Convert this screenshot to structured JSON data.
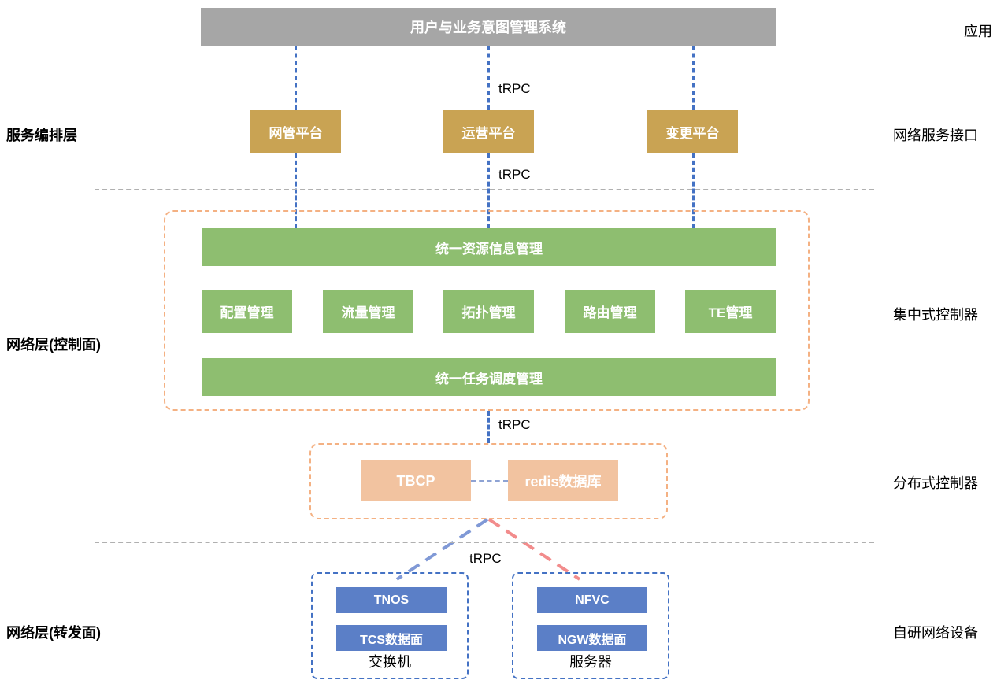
{
  "labels": {
    "app": "应用",
    "service_orchestration_layer": "服务编排层",
    "network_service_interface": "网络服务接口",
    "network_layer_control": "网络层(控制面)",
    "centralized_controller": "集中式控制器",
    "distributed_controller": "分布式控制器",
    "network_layer_forwarding": "网络层(转发面)",
    "self_developed_network_devices": "自研网络设备",
    "trpc": "tRPC"
  },
  "nodes": {
    "intent_system": "用户与业务意图管理系统",
    "platforms": [
      "网管平台",
      "运营平台",
      "变更平台"
    ],
    "unified_resource_mgmt": "统一资源信息管理",
    "control_modules": [
      "配置管理",
      "流量管理",
      "拓扑管理",
      "路由管理",
      "TE管理"
    ],
    "unified_task_mgmt": "统一任务调度管理",
    "tbcp": "TBCP",
    "redis_db": "redis数据库",
    "switch": {
      "os": "TNOS",
      "plane": "TCS数据面",
      "caption": "交换机"
    },
    "server": {
      "os": "NFVC",
      "plane": "NGW数据面",
      "caption": "服务器"
    }
  },
  "colors": {
    "gray_bar": "#a6a6a6",
    "gold_box": "#c9a353",
    "green_box": "#8ebe70",
    "orange_dashed_border": "#f4b183",
    "peach_box": "#f2c3a0",
    "blue_box": "#5b7fc7",
    "blue_line": "#4472c4",
    "red_line": "#f28c8c",
    "divider_gray": "#b0b0b0"
  }
}
